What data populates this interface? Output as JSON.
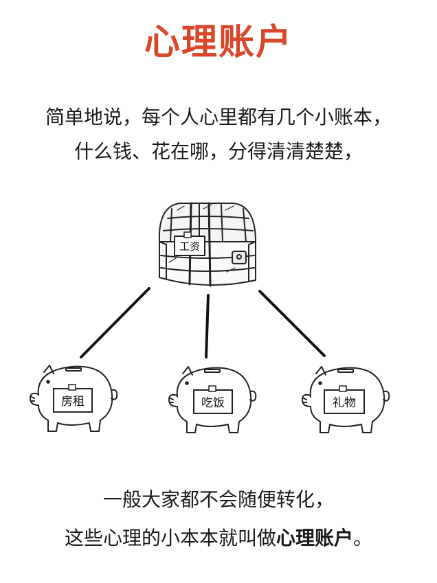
{
  "title": "心理账户",
  "colors": {
    "title": "#d9472b",
    "ink": "#1a1a1a",
    "line": "#111111"
  },
  "intro": {
    "line1": "简单地说，每个人心里都有几个小账本，",
    "line2": "什么钱、花在哪，分得清清楚楚，"
  },
  "chest": {
    "label": "工资",
    "icon": "treasure-chest-icon"
  },
  "piggy_banks": [
    {
      "label": "房租",
      "icon": "piggy-bank-icon"
    },
    {
      "label": "吃饭",
      "icon": "piggy-bank-icon"
    },
    {
      "label": "礼物",
      "icon": "piggy-bank-icon"
    }
  ],
  "outro": {
    "line1": "一般大家都不会随便转化，",
    "line2_prefix": "这些心理的小本本就叫做",
    "line2_emphasis": "心理账户",
    "line2_suffix": "。"
  }
}
